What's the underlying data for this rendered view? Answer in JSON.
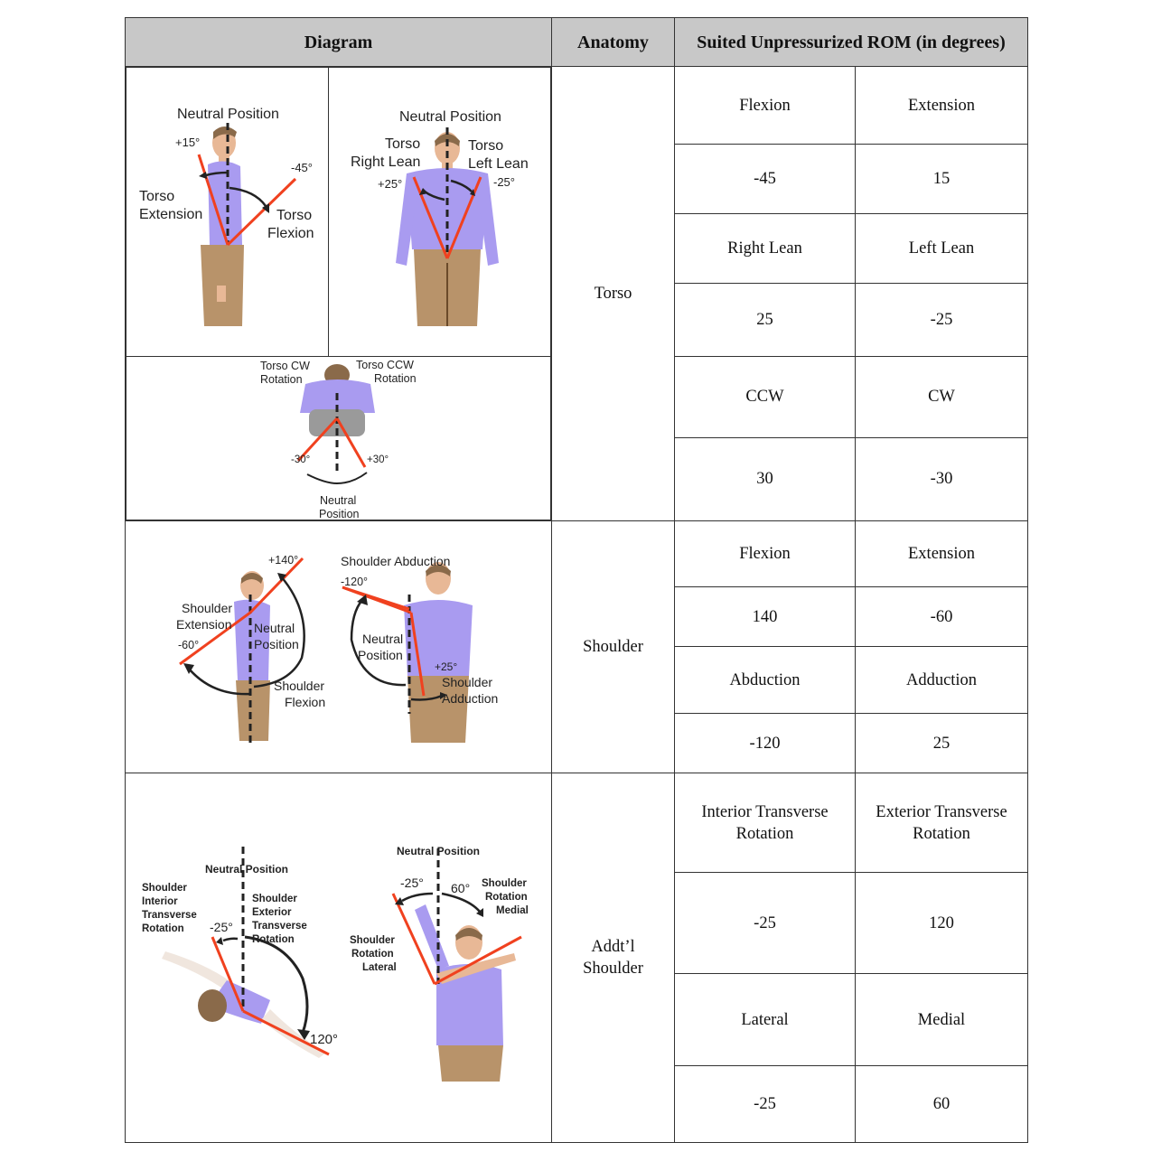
{
  "header": {
    "diagram": "Diagram",
    "anatomy": "Anatomy",
    "rom": "Suited Unpressurized ROM (in degrees)"
  },
  "torso": {
    "anatomy": "Torso",
    "rows": [
      [
        "Flexion",
        "Extension"
      ],
      [
        "-45",
        "15"
      ],
      [
        "Right Lean",
        "Left Lean"
      ],
      [
        "25",
        "-25"
      ],
      [
        "CCW",
        "CW"
      ],
      [
        "30",
        "-30"
      ]
    ],
    "fig1": {
      "neutral": "Neutral Position",
      "plus": "+15°",
      "minus": "-45°",
      "ext1": "Torso",
      "ext2": "Extension",
      "flex1": "Torso",
      "flex2": "Flexion"
    },
    "fig2": {
      "neutral": "Neutral Position",
      "rl1": "Torso",
      "rl2": "Right Lean",
      "ll1": "Torso",
      "ll2": "Left Lean",
      "plus": "+25°",
      "minus": "-25°"
    },
    "fig3": {
      "cw1": "Torso CW",
      "cw2": "Rotation",
      "ccw1": "Torso CCW",
      "ccw2": "Rotation",
      "minus": "-30°",
      "plus": "+30°",
      "n1": "Neutral",
      "n2": "Position"
    }
  },
  "shoulder": {
    "anatomy": "Shoulder",
    "rows": [
      [
        "Flexion",
        "Extension"
      ],
      [
        "140",
        "-60"
      ],
      [
        "Abduction",
        "Adduction"
      ],
      [
        "-120",
        "25"
      ]
    ],
    "fig1": {
      "plus": "+140°",
      "ext1": "Shoulder",
      "ext2": "Extension",
      "minus": "-60°",
      "n1": "Neutral",
      "n2": "Position",
      "flex1": "Shoulder",
      "flex2": "Flexion"
    },
    "fig2": {
      "abd": "Shoulder Abduction",
      "minus": "-120°",
      "n1": "Neutral",
      "n2": "Position",
      "plus": "+25°",
      "add1": "Shoulder",
      "add2": "Adduction"
    }
  },
  "addtl": {
    "anatomy": "Addt’l Shoulder",
    "rows": [
      [
        "Interior Transverse Rotation",
        "Exterior Transverse Rotation"
      ],
      [
        "-25",
        "120"
      ],
      [
        "Lateral",
        "Medial"
      ],
      [
        "-25",
        "60"
      ]
    ],
    "fig1": {
      "neutral": "Neutral Position",
      "int1": "Shoulder",
      "int2": "Interior",
      "int3": "Transverse",
      "int4": "Rotation",
      "minus": "-25°",
      "ext1": "Shoulder",
      "ext2": "Exterior",
      "ext3": "Transverse",
      "ext4": "Rotation",
      "plus": "120°"
    },
    "fig2": {
      "neutral": "Neutral Position",
      "minus": "-25°",
      "plus": "60°",
      "med1": "Shoulder",
      "med2": "Rotation",
      "med3": "Medial",
      "lat1": "Shoulder",
      "lat2": "Rotation",
      "lat3": "Lateral"
    }
  },
  "colors": {
    "shirt": "#a99bf0",
    "pants": "#b8936a",
    "skin": "#e8b896",
    "line": "#f0411f",
    "header_bg": "#c8c8c8"
  }
}
